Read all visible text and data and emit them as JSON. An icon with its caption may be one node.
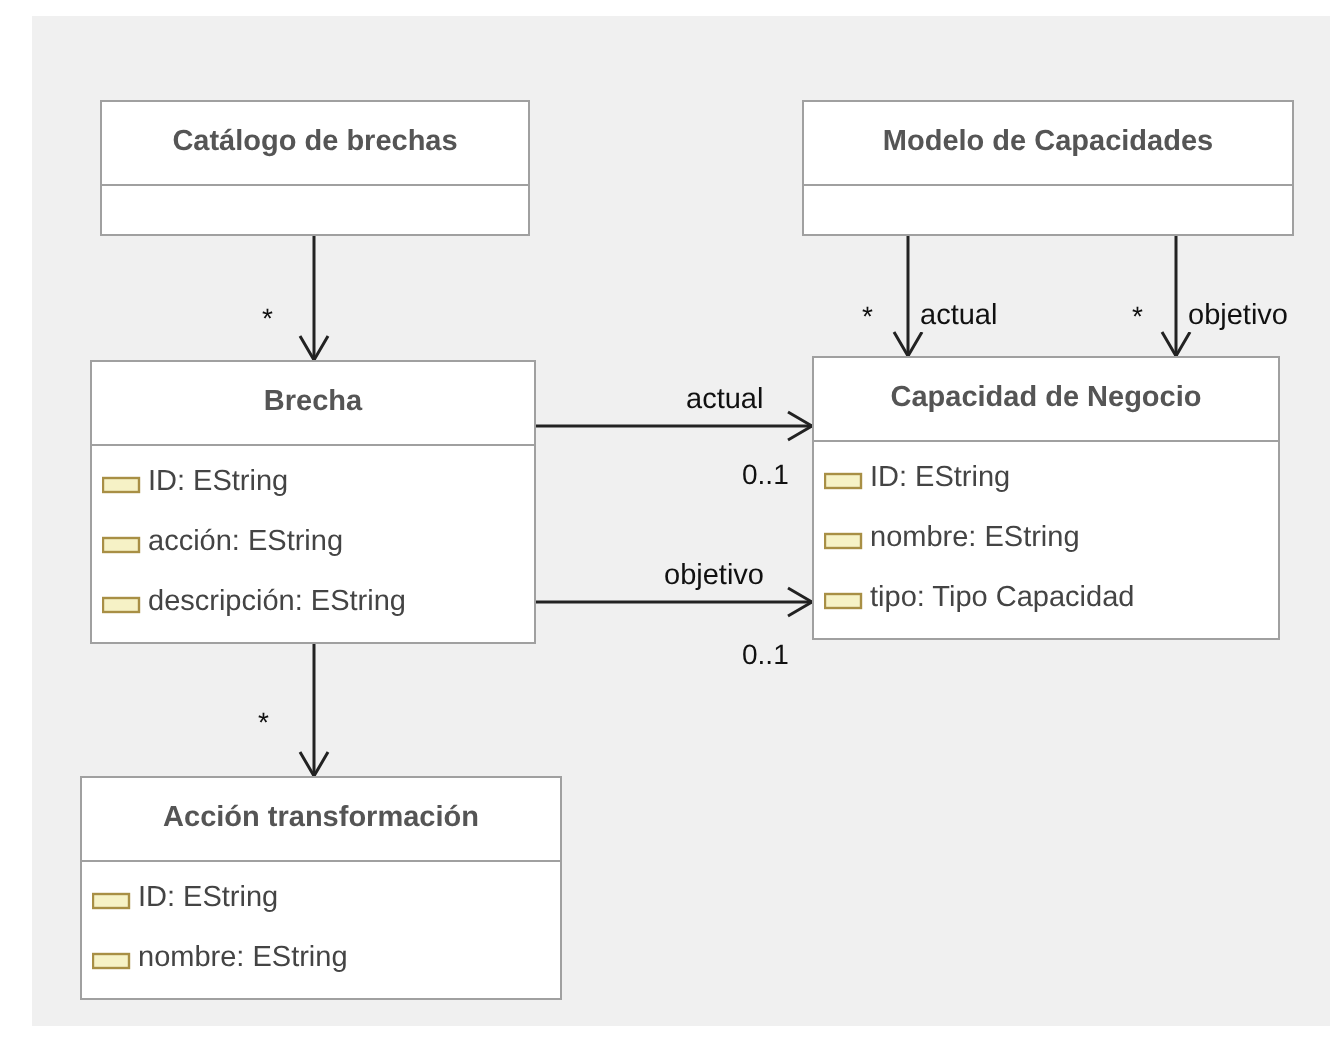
{
  "diagram": {
    "nodes": [
      {
        "text": [
          "Catálogo de brechas"
        ]
      },
      {
        "text": [
          "Modelo de Capacidades"
        ]
      },
      {
        "text": [
          "Brecha",
          "ID: EString",
          "acción: EString",
          "descripción: EString"
        ]
      },
      {
        "text": [
          "Capacidad de Negocio",
          "ID: EString",
          "nombre: EString",
          "tipo: Tipo Capacidad"
        ]
      },
      {
        "text": [
          "Acción transformación",
          "ID: EString",
          "nombre: EString"
        ]
      }
    ],
    "edges": [
      {
        "from": 0,
        "to": 2,
        "arrow": "to"
      },
      {
        "from": 1,
        "to": 3,
        "arrow": "to",
        "label": "actual"
      },
      {
        "from": 1,
        "to": 3,
        "arrow": "to",
        "label": "objetivo"
      },
      {
        "from": 2,
        "to": 3,
        "arrow": "to",
        "label": "actual"
      },
      {
        "from": 2,
        "to": 3,
        "arrow": "to",
        "label": "objetivo"
      },
      {
        "from": 2,
        "to": 4,
        "arrow": "to"
      }
    ],
    "labels": [
      "*",
      "*",
      "*",
      "0..1",
      "0..1",
      "*"
    ]
  }
}
